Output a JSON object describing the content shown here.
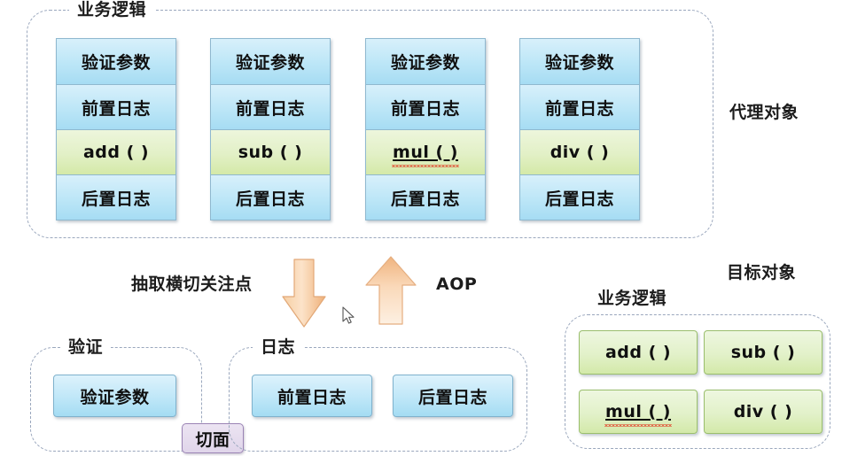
{
  "diagram": {
    "title_labels": {
      "proxy_object": "代理对象",
      "target_object": "目标对象"
    },
    "proxy_group": {
      "label": "业务逻辑",
      "columns": [
        {
          "rows": [
            {
              "text": "验证参数",
              "kind": "blue"
            },
            {
              "text": "前置日志",
              "kind": "blue"
            },
            {
              "text": "add (  )",
              "kind": "green"
            },
            {
              "text": "后置日志",
              "kind": "blue"
            }
          ]
        },
        {
          "rows": [
            {
              "text": "验证参数",
              "kind": "blue"
            },
            {
              "text": "前置日志",
              "kind": "blue"
            },
            {
              "text": "sub (  )",
              "kind": "green"
            },
            {
              "text": "后置日志",
              "kind": "blue"
            }
          ]
        },
        {
          "rows": [
            {
              "text": "验证参数",
              "kind": "blue"
            },
            {
              "text": "前置日志",
              "kind": "blue"
            },
            {
              "text": "mul (  )",
              "kind": "green",
              "misspelled": true
            },
            {
              "text": "后置日志",
              "kind": "blue"
            }
          ]
        },
        {
          "rows": [
            {
              "text": "验证参数",
              "kind": "blue"
            },
            {
              "text": "前置日志",
              "kind": "blue"
            },
            {
              "text": "div (  )",
              "kind": "green"
            },
            {
              "text": "后置日志",
              "kind": "blue"
            }
          ]
        }
      ]
    },
    "flow": {
      "down_arrow_label": "抽取横切关注点",
      "up_arrow_label": "AOP",
      "down_arrow_name": "extract-crosscutting-concerns-arrow",
      "up_arrow_name": "aop-arrow",
      "arrow_color_light": "#fbe0c4",
      "arrow_color_dark": "#f2b87b"
    },
    "aspect_label": "切面",
    "validation_group": {
      "label": "验证",
      "items": [
        {
          "text": "验证参数",
          "kind": "blue"
        }
      ]
    },
    "logging_group": {
      "label": "日志",
      "items": [
        {
          "text": "前置日志",
          "kind": "blue"
        },
        {
          "text": "后置日志",
          "kind": "blue"
        }
      ]
    },
    "target_group": {
      "label": "业务逻辑",
      "items": [
        {
          "text": "add (  )",
          "kind": "green"
        },
        {
          "text": "sub (  )",
          "kind": "green"
        },
        {
          "text": "mul (  )",
          "kind": "green",
          "misspelled": true
        },
        {
          "text": "div (  )",
          "kind": "green"
        }
      ]
    },
    "colors": {
      "dashed_border": "#9aa7bd",
      "blue_fill": "#bfe7f8",
      "blue_border": "#7fb2cd",
      "green_fill": "#e2f1c9",
      "green_border": "#9bbf6d",
      "purple_fill": "#e0d5ea",
      "purple_border": "#9b84b5",
      "text": "#101010",
      "background": "#ffffff"
    }
  }
}
